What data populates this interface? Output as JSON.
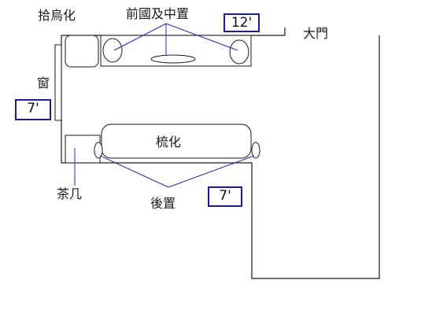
{
  "labels": {
    "ottoman": "拾烏化",
    "front_speakers": "前國及中置",
    "main_door": "大門",
    "window": "窗",
    "sofa": "梳化",
    "coffee_table": "茶几",
    "rear_speakers": "後置"
  },
  "dimensions": {
    "top": "12'",
    "left": "7'",
    "bottom": "7'"
  },
  "colors": {
    "line": "#1a1a1a",
    "pointer": "#2a2ab0",
    "dimension_border": "#1a1aa6"
  }
}
